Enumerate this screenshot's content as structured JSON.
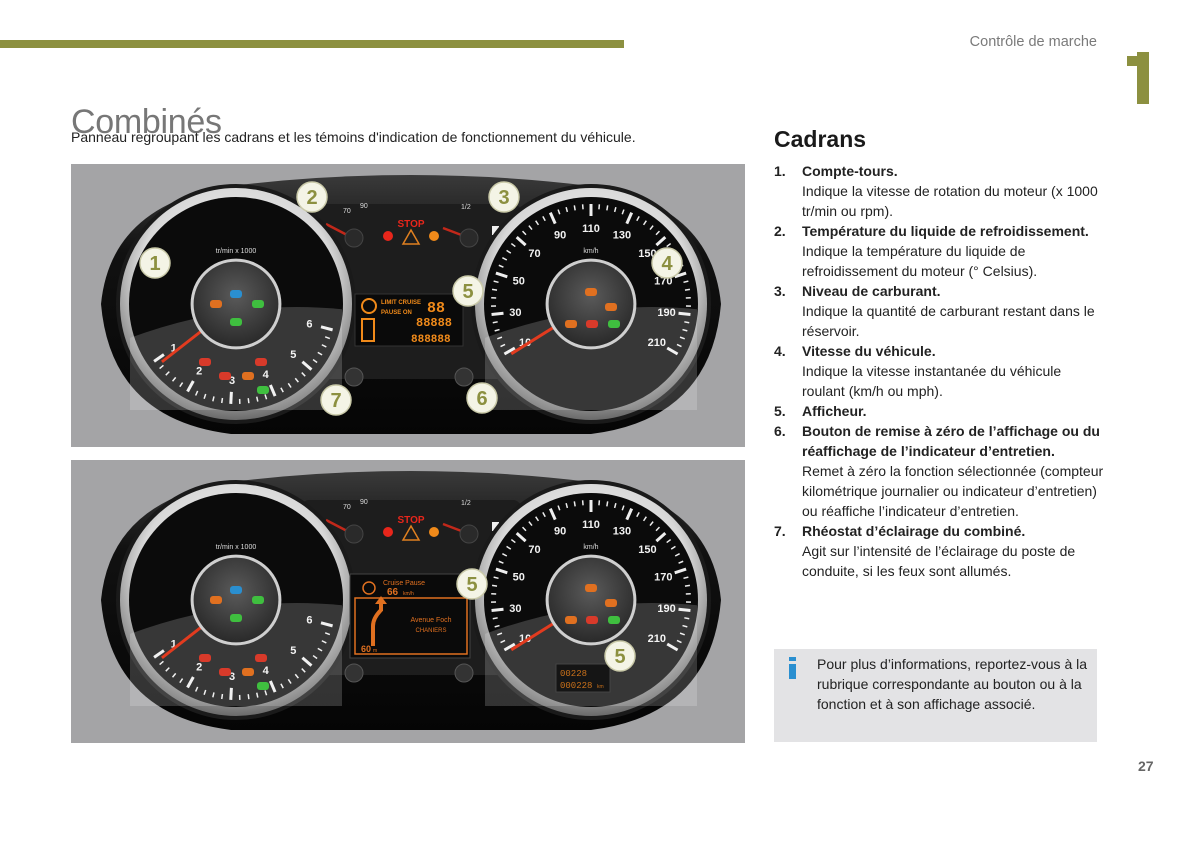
{
  "header": {
    "section_title": "Contrôle de marche",
    "chapter_number": "1",
    "accent_color": "#8c9040"
  },
  "page": {
    "title": "Combinés",
    "intro": "Panneau regroupant les cadrans et les témoins d'indication de fonctionnement du véhicule.",
    "page_number": "27"
  },
  "figures": [
    {
      "name": "instrument-panel-standard",
      "callouts": [
        "1",
        "2",
        "3",
        "4",
        "5",
        "6",
        "7"
      ],
      "tachometer": {
        "unit_label": "tr/min x 1000",
        "ticks": [
          "1",
          "2",
          "3",
          "4",
          "5",
          "6"
        ]
      },
      "coolant_gauge": {
        "ticks": [
          "70",
          "90"
        ]
      },
      "fuel_gauge": {
        "ticks": [
          "1/2"
        ]
      },
      "center": {
        "stop_label": "STOP"
      },
      "speedometer": {
        "unit_label": "km/h",
        "ticks": [
          "10",
          "30",
          "50",
          "70",
          "90",
          "110",
          "130",
          "150",
          "170",
          "190",
          "210"
        ]
      },
      "display": {
        "line1": "LIMIT CRUISE",
        "line2": "PAUSE ON",
        "digits_top": "88",
        "digits_mid": "88888",
        "digits_bot": "888888"
      }
    },
    {
      "name": "instrument-panel-matrix",
      "callouts": [
        "5",
        "5"
      ],
      "tachometer": {
        "unit_label": "tr/min x 1000",
        "ticks": [
          "1",
          "2",
          "3",
          "4",
          "5",
          "6"
        ]
      },
      "coolant_gauge": {
        "ticks": [
          "70",
          "90"
        ]
      },
      "fuel_gauge": {
        "ticks": [
          "1/2"
        ]
      },
      "center": {
        "stop_label": "STOP"
      },
      "speedometer": {
        "unit_label": "km/h",
        "ticks": [
          "10",
          "30",
          "50",
          "70",
          "90",
          "110",
          "130",
          "150",
          "170",
          "190",
          "210"
        ]
      },
      "display": {
        "cruise_label": "Cruise Pause",
        "speed": "66",
        "speed_unit": "km/h",
        "street": "Avenue Foch",
        "city": "CHANIERS",
        "distance": "60",
        "distance_unit": "m"
      },
      "odometer": {
        "trip": "00228",
        "total": "000228",
        "unit": "km"
      }
    }
  ],
  "cadrans": {
    "heading": "Cadrans",
    "items": [
      {
        "number": "1.",
        "title": "Compte-tours.",
        "description": "Indique la vitesse de rotation du moteur (x 1000 tr/min ou rpm)."
      },
      {
        "number": "2.",
        "title": "Température du liquide de refroidissement.",
        "description": "Indique la température du liquide de refroidissement du moteur (° Celsius)."
      },
      {
        "number": "3.",
        "title": "Niveau de carburant.",
        "description": "Indique la quantité de carburant restant dans le réservoir."
      },
      {
        "number": "4.",
        "title": "Vitesse du véhicule.",
        "description": "Indique la vitesse instantanée du véhicule roulant (km/h ou mph)."
      },
      {
        "number": "5.",
        "title": "Afficheur.",
        "description": ""
      },
      {
        "number": "6.",
        "title": "Bouton de remise à zéro de l’affichage ou du réaffichage de l’indicateur d’entretien.",
        "description": "Remet à zéro la fonction sélectionnée (compteur kilométrique journalier ou indicateur d’entretien) ou réaffiche l’indicateur d’entretien."
      },
      {
        "number": "7.",
        "title": "Rhéostat d’éclairage du combiné.",
        "description": "Agit sur l’intensité de l’éclairage du poste de conduite, si les feux sont allumés."
      }
    ]
  },
  "info_box": {
    "icon": "info-icon",
    "text": "Pour plus d’informations, reportez-vous à la rubrique correspondante au bouton ou à la fonction et à son affichage associé."
  }
}
